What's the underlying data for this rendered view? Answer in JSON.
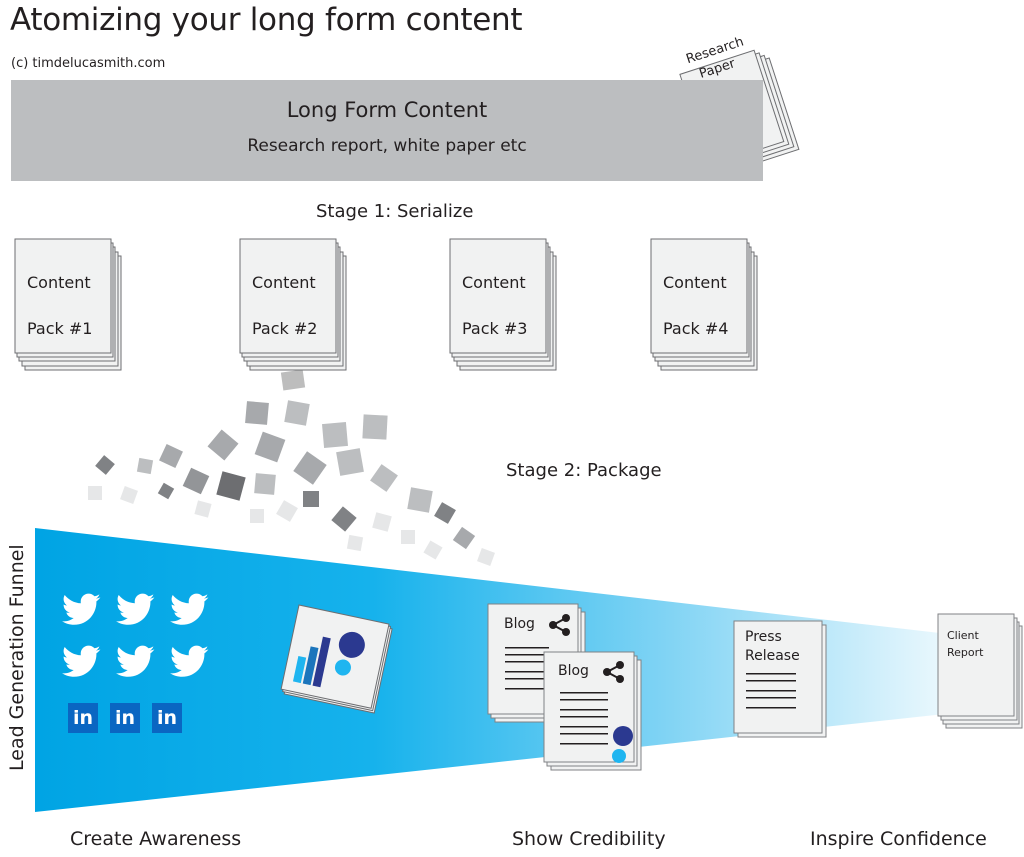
{
  "title": "Atomizing your long form content",
  "copyright": "(c) timdelucasmith.com",
  "banner": {
    "title": "Long Form Content",
    "subtitle": "Research report, white paper etc"
  },
  "research_paper": {
    "label_line1": "Research",
    "label_line2": "Paper"
  },
  "stage1": "Stage 1: Serialize",
  "stage2": "Stage 2: Package",
  "content_packs": [
    {
      "line1": "Content",
      "line2": "Pack #1"
    },
    {
      "line1": "Content",
      "line2": "Pack #2"
    },
    {
      "line1": "Content",
      "line2": "Pack #3"
    },
    {
      "line1": "Content",
      "line2": "Pack #4"
    }
  ],
  "funnel": {
    "label": "Lead Generation Funnel",
    "colors": {
      "start": "#00a4e4",
      "end": "#ffffff"
    },
    "twitter_icon_count": 6,
    "linkedin_icons": [
      "in",
      "in",
      "in"
    ],
    "blog_docs": [
      {
        "label": "Blog"
      },
      {
        "label": "Blog"
      }
    ],
    "press_release": {
      "line1": "Press",
      "line2": "Release"
    },
    "client_report": {
      "line1": "Client",
      "line2": "Report"
    }
  },
  "stages_bottom": {
    "awareness": "Create Awareness",
    "credibility": "Show Credibility",
    "confidence": "Inspire Confidence"
  },
  "colors": {
    "banner": "#bcbec0",
    "twitter": "#ffffff",
    "linkedin": "#0a66c2",
    "chart_navy": "#2b3990",
    "chart_cyan": "#1fb5f0"
  }
}
